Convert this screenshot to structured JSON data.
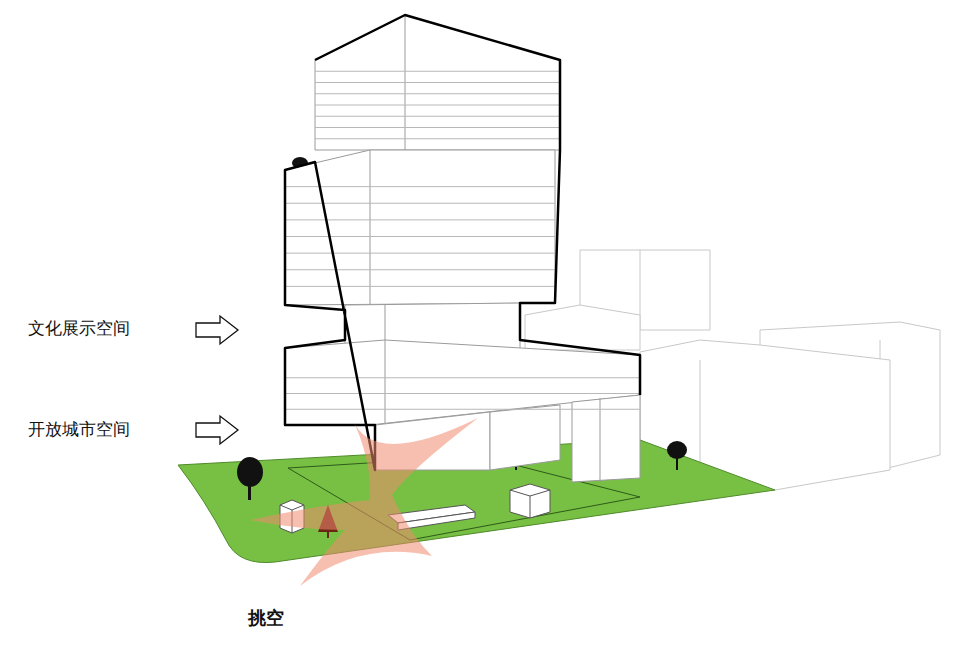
{
  "diagram": {
    "labels": [
      "文化展示空间",
      "开放城市空间",
      "挑空"
    ]
  }
}
